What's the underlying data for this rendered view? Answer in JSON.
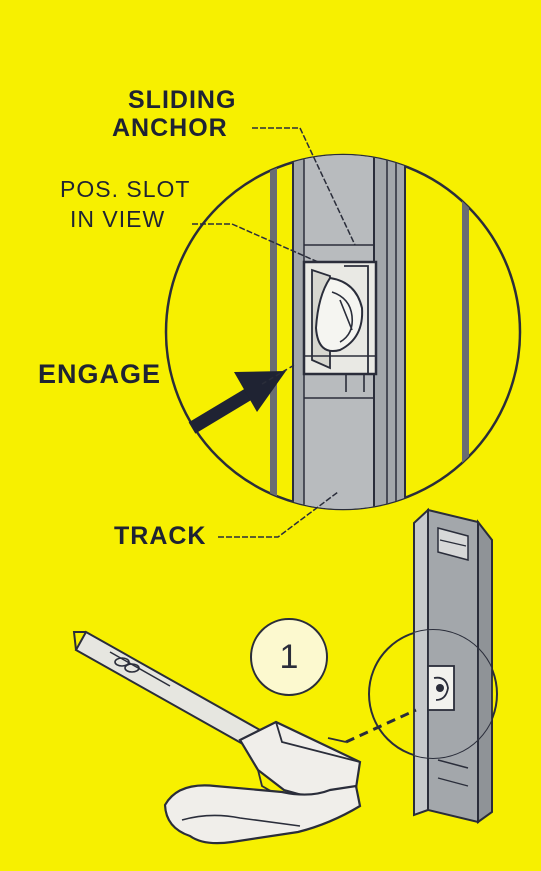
{
  "colors": {
    "background": "#f7f000",
    "ink": "#1f2333",
    "track_fill": "#a3a7ab",
    "track_light": "#c6c9cb",
    "anchor_fill": "#e9e9e4",
    "callout_fill": "#dcdcd2",
    "bracket_fill": "#f0eeea"
  },
  "labels": {
    "sliding_anchor_1": "SLIDING",
    "sliding_anchor_2": "ANCHOR",
    "pos_slot_1": "POS. SLOT",
    "pos_slot_2": "IN VIEW",
    "engage": "ENGAGE",
    "track": "TRACK"
  },
  "step_number": "1",
  "icons": {
    "engage_arrow": "arrow-icon"
  }
}
